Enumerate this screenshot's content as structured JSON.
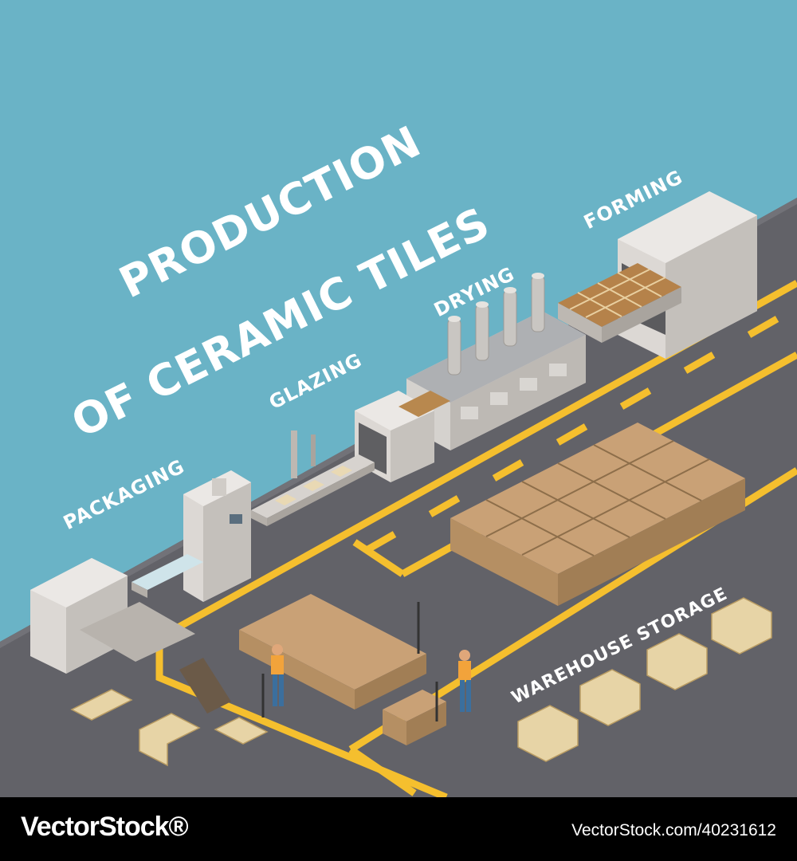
{
  "title": {
    "line1": "PRODUCTION",
    "line2": "OF CERAMIC TILES"
  },
  "stages": {
    "forming": "FORMING",
    "drying": "DRYING",
    "glazing": "GLAZING",
    "packaging": "PACKAGING",
    "warehouse": "WAREHOUSE STORAGE"
  },
  "footer": {
    "brand": "VectorStock®",
    "image_id": "VectorStock.com/40231612"
  },
  "colors": {
    "sky": "#6ab3c6",
    "floor": "#626268",
    "line": "#f5bf2e",
    "machine": "#dcd8d4",
    "pallet": "#e7d4a6",
    "box": "#c9a176"
  },
  "icons": [
    "machine-forming",
    "machine-drying-kiln",
    "machine-glazing",
    "machine-packaging",
    "conveyor",
    "pallet",
    "pallet-jack",
    "worker"
  ]
}
